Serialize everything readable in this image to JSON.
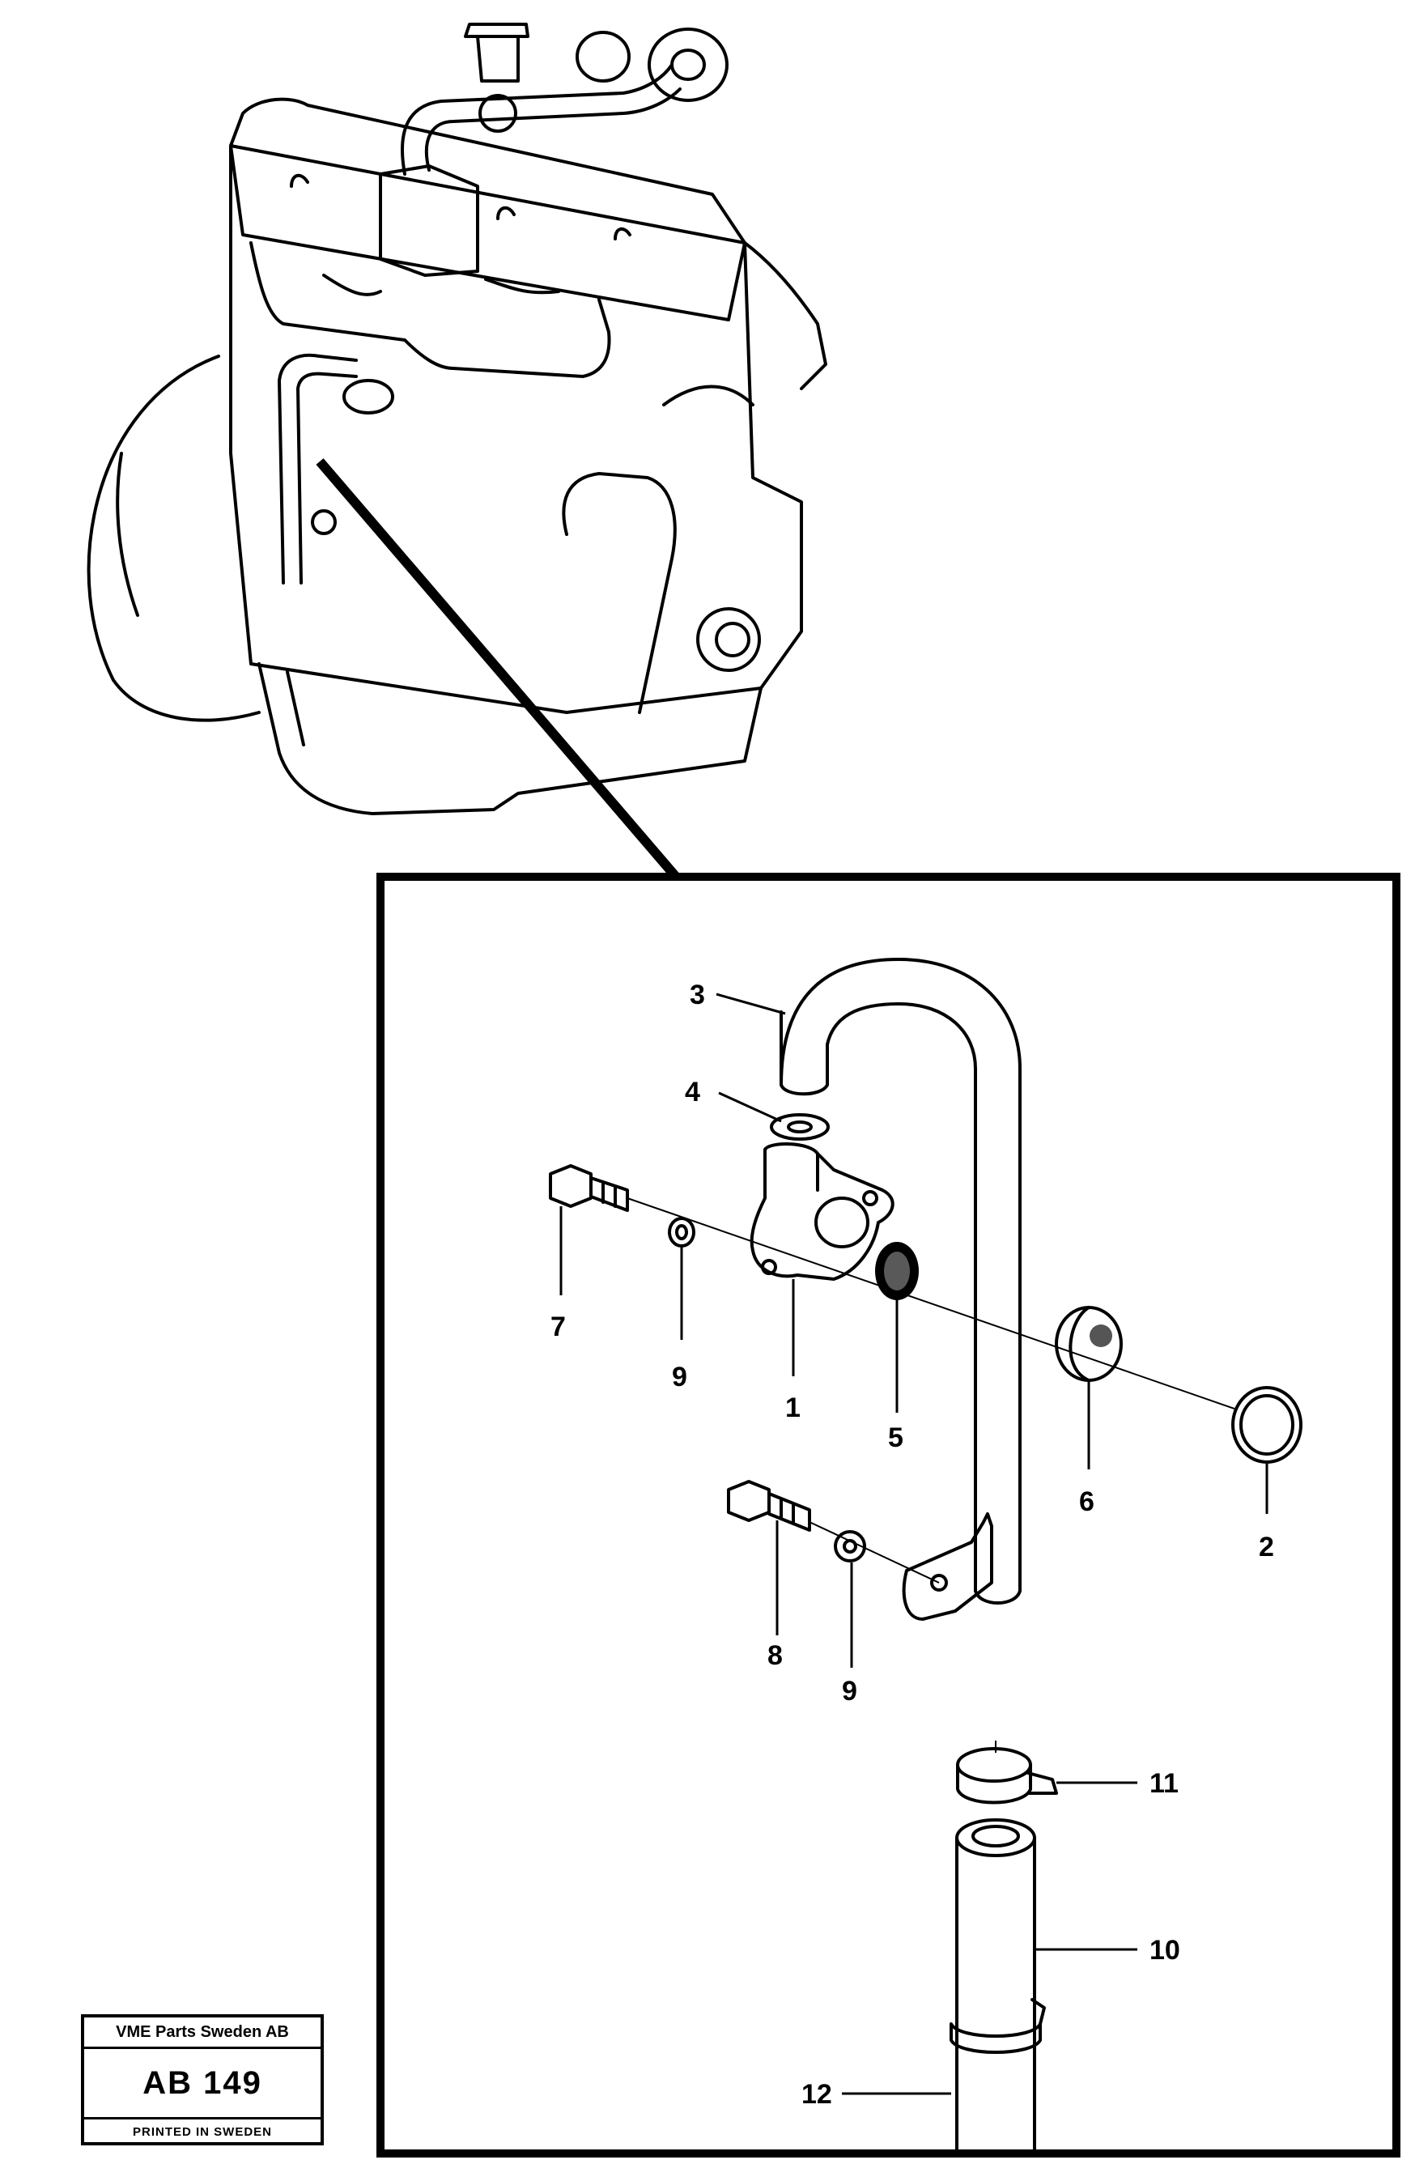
{
  "callouts": {
    "c1": "1",
    "c2": "2",
    "c3": "3",
    "c4": "4",
    "c5": "5",
    "c6": "6",
    "c7": "7",
    "c8": "8",
    "c9a": "9",
    "c9b": "9",
    "c10": "10",
    "c11": "11",
    "c12": "12"
  },
  "plate": {
    "company": "VME Parts Sweden AB",
    "code": "AB 149",
    "printed": "PRINTED IN SWEDEN"
  }
}
